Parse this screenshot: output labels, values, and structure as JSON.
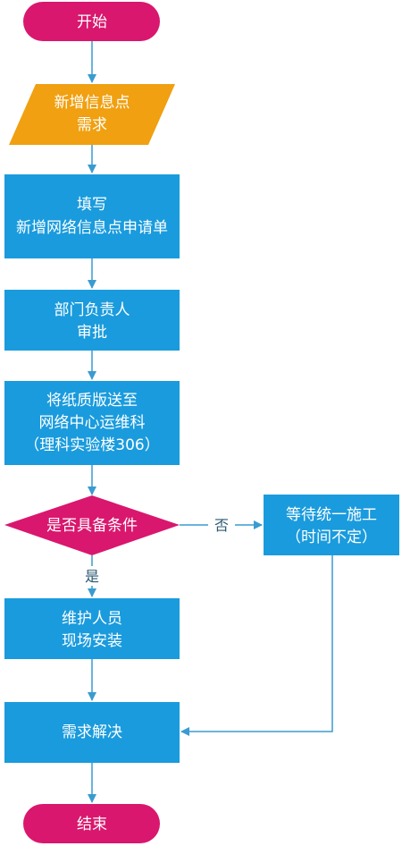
{
  "colors": {
    "terminal": "#D9176E",
    "input": "#F0A010",
    "process": "#1A9BDD",
    "decision": "#D9176E",
    "arrow": "#3A9BD0",
    "edge_label": "#2B5A73"
  },
  "nodes": {
    "start": {
      "label": "开始"
    },
    "demand": {
      "line1": "新增信息点",
      "line2": "需求"
    },
    "fill_form": {
      "line1": "填写",
      "line2": "新增网络信息点申请单"
    },
    "dept_approve": {
      "line1": "部门负责人",
      "line2": "审批"
    },
    "send_paper": {
      "line1": "将纸质版送至",
      "line2": "网络中心运维科",
      "line3": "（理科实验楼306）"
    },
    "condition": {
      "label": "是否具备条件"
    },
    "wait": {
      "line1": "等待统一施工",
      "line2": "（时间不定）"
    },
    "install": {
      "line1": "维护人员",
      "line2": "现场安装"
    },
    "resolved": {
      "label": "需求解决"
    },
    "end": {
      "label": "结束"
    }
  },
  "edges": {
    "yes_label": "是",
    "no_label": "否"
  }
}
